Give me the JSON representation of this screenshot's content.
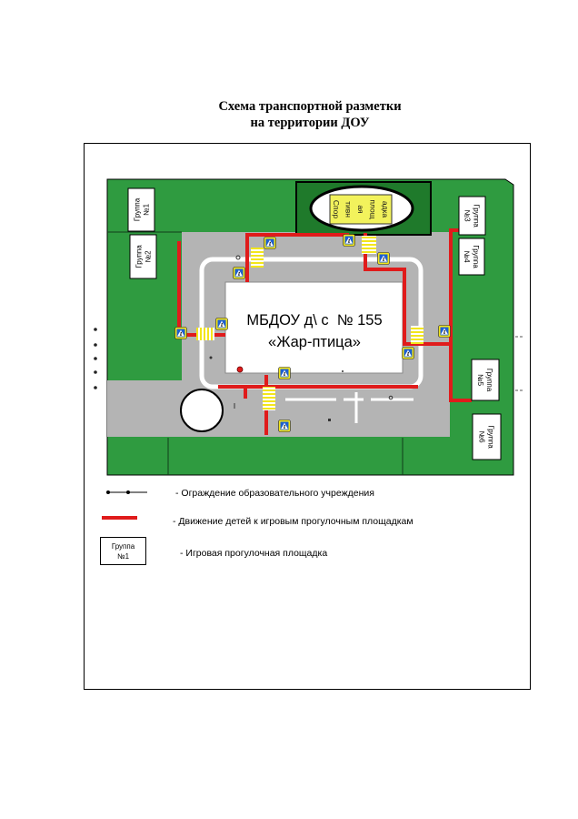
{
  "title": {
    "line1": "Схема транспортной разметки",
    "line2": "на территории ДОУ"
  },
  "map": {
    "building": {
      "line1": "МБДОУ д\\ с  № 155",
      "line2": "«Жар-птица»"
    },
    "sports_ground": {
      "lines": [
        "Спор",
        "тивн",
        "ая",
        "площ",
        "адка"
      ]
    },
    "groups": [
      {
        "label": "Группа",
        "number": "№1"
      },
      {
        "label": "Группа",
        "number": "№2"
      },
      {
        "label": "Группа",
        "number": "№3"
      },
      {
        "label": "Группа",
        "number": "№4"
      },
      {
        "label": "Группа",
        "number": "№5"
      },
      {
        "label": "Группа",
        "number": "№6"
      }
    ],
    "crossing_sign_icon": "pedestrian-crossing-sign-icon"
  },
  "legend": {
    "fence": {
      "text": "- Ограждение образовательного учреждения"
    },
    "route": {
      "text": "- Движение детей к игровым прогулочным площадкам"
    },
    "playground": {
      "label": "Группа",
      "number": "№1",
      "text": "- Игровая прогулочная площадка"
    }
  },
  "colors": {
    "lawn": "#2f9b40",
    "road": "#b4b4b4",
    "sports_area": "#1f7a2b",
    "sports_pad": "#f2f25c",
    "route": "#e01b1b",
    "crossing_yellow": "#f3e61a",
    "sign_blue": "#1d5fd0"
  }
}
